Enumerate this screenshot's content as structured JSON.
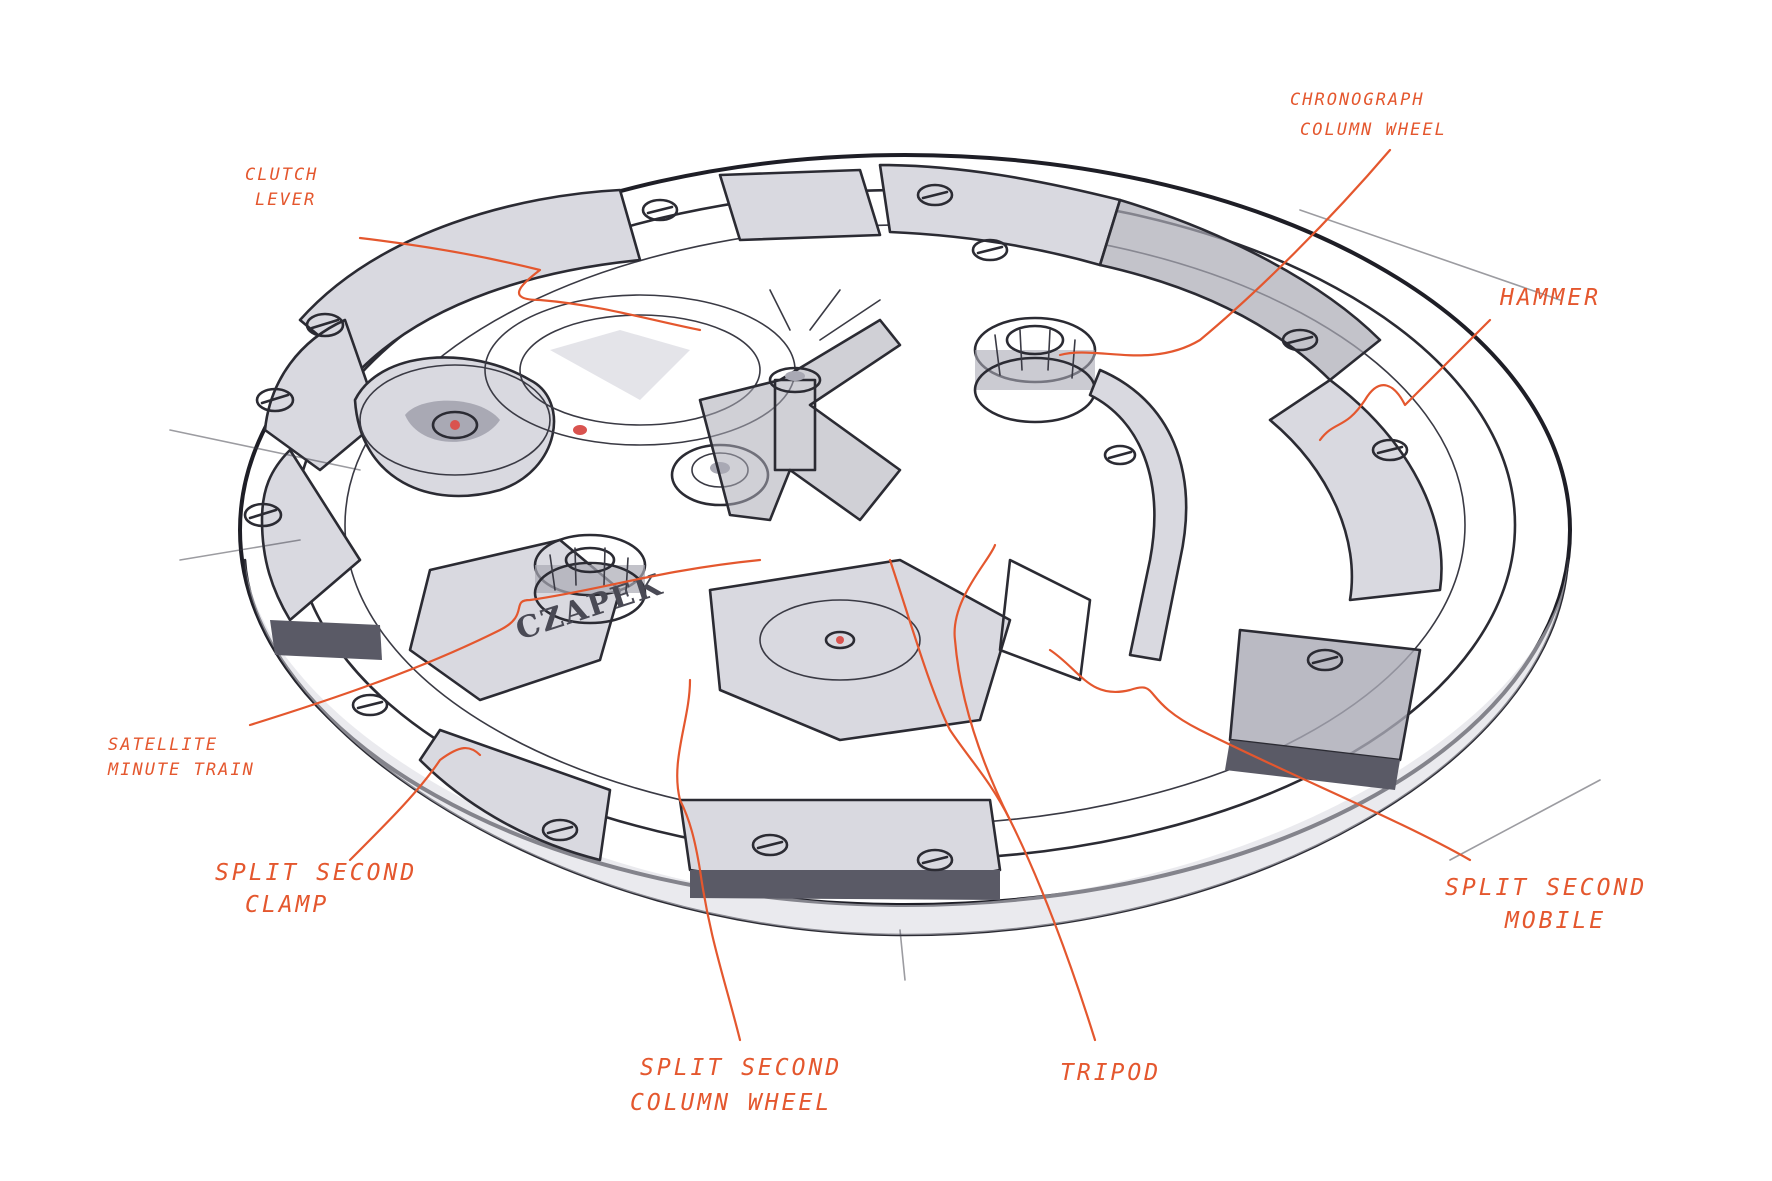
{
  "accent_color": "#e4572e",
  "ink_color": "#2b2b33",
  "labels": {
    "clutch_lever": [
      "CLUTCH",
      "LEVER"
    ],
    "chronograph_column_wheel": [
      "CHRONOGRAPH",
      "COLUMN WHEEL"
    ],
    "hammer": [
      "HAMMER"
    ],
    "satellite_minute_train": [
      "SATELLITE",
      "MINUTE TRAIN"
    ],
    "split_second_clamp": [
      "SPLIT SECOND",
      "CLAMP"
    ],
    "split_second_mobile": [
      "SPLIT SECOND",
      "MOBILE"
    ],
    "split_second_column_wheel": [
      "SPLIT SECOND",
      "COLUMN WHEEL"
    ],
    "tripod": [
      "TRIPOD"
    ]
  },
  "brand_engraving": "CZAPEK"
}
